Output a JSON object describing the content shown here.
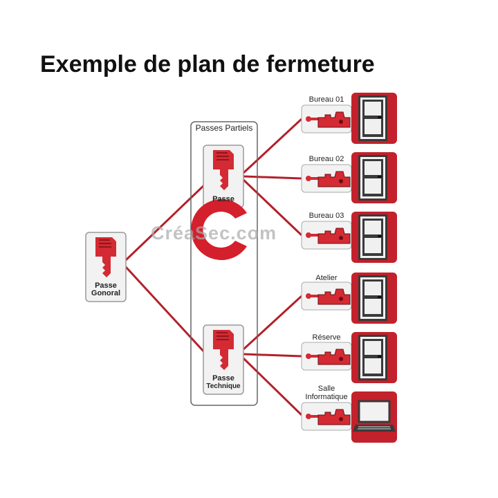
{
  "title": "Exemple de plan de fermeture",
  "watermark": "CréaSec.com",
  "group_label": "Passes Partiels",
  "master_key": {
    "line1": "Passe",
    "line2": "Gonoral"
  },
  "technical_key": {
    "line1": "Passe",
    "line2": "Technique"
  },
  "partial_key_label": "Passe",
  "doors": [
    {
      "label": "Bureau 01",
      "icon": "door-icon"
    },
    {
      "label": "Bureau 02",
      "icon": "door-icon"
    },
    {
      "label": "Bureau 03",
      "icon": "door-icon"
    },
    {
      "label": "Atelier",
      "icon": "door-icon"
    },
    {
      "label": "Réserve",
      "icon": "door-icon"
    },
    {
      "label_line1": "Salle",
      "label_line2": "Informatique",
      "icon": "laptop-icon"
    }
  ],
  "colors": {
    "accent": "#d42a33",
    "line": "#b3202a",
    "frame": "#666666"
  }
}
